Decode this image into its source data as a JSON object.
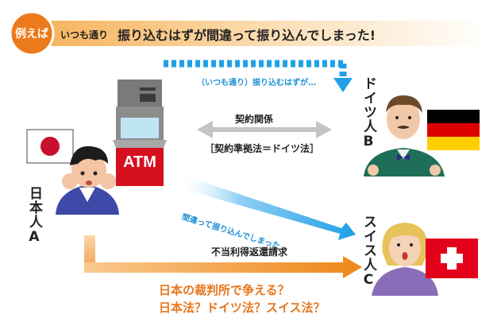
{
  "header": {
    "badge": "例えば",
    "prefix": "いつも通り",
    "headline": "振り込むはずが間違って振り込んでしまった!"
  },
  "atm": {
    "screen_text": "ATM"
  },
  "persons": {
    "a": "日本人A",
    "b": "ドイツ人B",
    "c": "スイス人C"
  },
  "labels": {
    "usual_transfer": "（いつも通り）振り込むはずが…",
    "contract": "契約関係",
    "governing_law": "［契約準拠法＝ドイツ法］",
    "wrong_transfer": "間違って振り込んでしまった",
    "unjust_claim": "不当利得返還請求",
    "question1": "日本の裁判所で争える？",
    "question2": "日本法？ドイツ法？スイス法？"
  },
  "flags": {
    "japan": {
      "field": "#ffffff",
      "disc": "#c8102e"
    },
    "germany": {
      "black": "#000000",
      "red": "#dd0000",
      "gold": "#ffce00"
    },
    "switzerland": {
      "field": "#e3001b",
      "cross": "#ffffff"
    }
  },
  "colors": {
    "header_orange": "#ec7a1c",
    "blue_arrow": "#1fa0e6",
    "orange_arrow": "#ef8a1e",
    "question_text": "#e8751a"
  }
}
